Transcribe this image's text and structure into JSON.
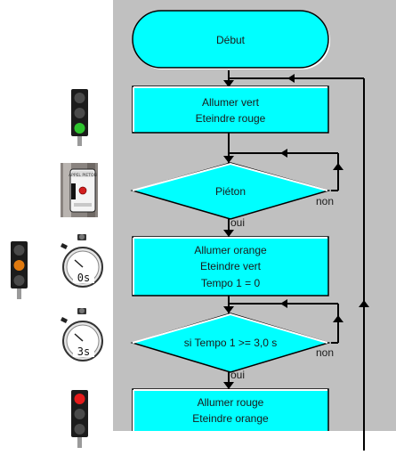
{
  "flowchart": {
    "start_label": "Début",
    "step1": {
      "line1": "Allumer vert",
      "line2": "Eteindre rouge"
    },
    "decision1": {
      "label": "Piéton",
      "yes": "oui",
      "no": "non"
    },
    "step2": {
      "line1": "Allumer orange",
      "line2": "Eteindre vert",
      "line3": "Tempo 1 = 0"
    },
    "decision2": {
      "label": "si Tempo 1 >= 3,0 s",
      "yes": "oui",
      "no": "non"
    },
    "step3": {
      "line1": "Allumer rouge",
      "line2": "Eteindre orange"
    }
  },
  "icons": {
    "timer1_value": "0s",
    "timer2_value": "3s",
    "button_caption": "APPEL PIETON",
    "light1_active": "green",
    "light2_active": "orange",
    "light3_active": "red"
  },
  "colors": {
    "node_fill": "#00ffff",
    "node_shadow": "#ffffff",
    "canvas_bg": "#c0c0c0",
    "line": "#000000",
    "green": "#2ec32e",
    "orange": "#e07a10",
    "red": "#e41b1b"
  }
}
